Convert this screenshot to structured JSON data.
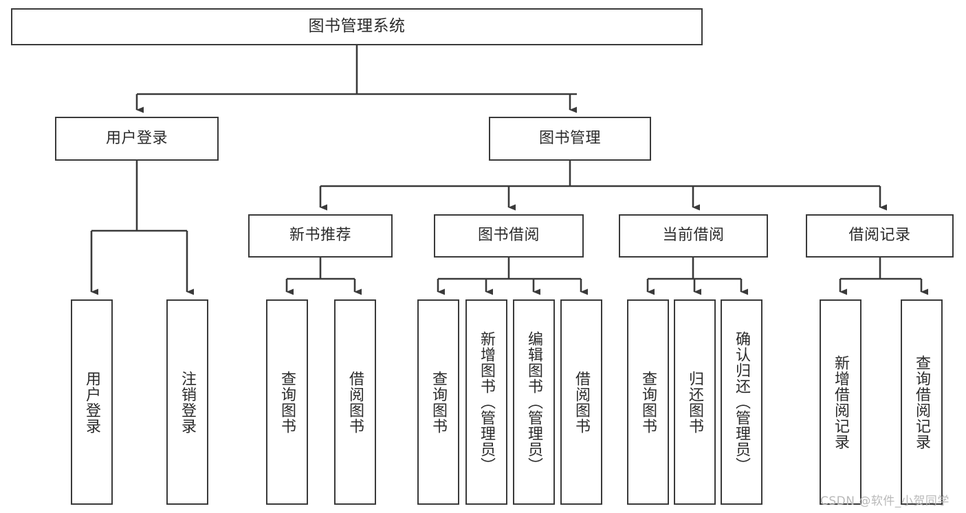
{
  "diagram": {
    "title": "图书管理系统",
    "type": "tree-hierarchy-diagram",
    "stroke_color": "#3a3a3a",
    "fill_color": "#ffffff",
    "text_color": "#2b2b2b",
    "root": {
      "label": "图书管理系统"
    },
    "level1": [
      {
        "label": "用户登录"
      },
      {
        "label": "图书管理"
      }
    ],
    "level2": [
      {
        "label": "新书推荐"
      },
      {
        "label": "图书借阅"
      },
      {
        "label": "当前借阅"
      },
      {
        "label": "借阅记录"
      }
    ],
    "leaves": {
      "user_login": [
        {
          "label": "用户登录"
        },
        {
          "label": "注销登录"
        }
      ],
      "new_book_recommend": [
        {
          "label": "查询图书"
        },
        {
          "label": "借阅图书"
        }
      ],
      "book_borrow": [
        {
          "label": "查询图书"
        },
        {
          "label": "新增图书（管理员）"
        },
        {
          "label": "编辑图书（管理员）"
        },
        {
          "label": "借阅图书"
        }
      ],
      "current_borrow": [
        {
          "label": "查询图书"
        },
        {
          "label": "归还图书"
        },
        {
          "label": "确认归还（管理员）"
        }
      ],
      "borrow_record": [
        {
          "label": "新增借阅记录"
        },
        {
          "label": "查询借阅记录"
        }
      ]
    }
  },
  "watermark": {
    "text": "CSDN @软件_小贺同学",
    "color": "#b9b9b9"
  }
}
